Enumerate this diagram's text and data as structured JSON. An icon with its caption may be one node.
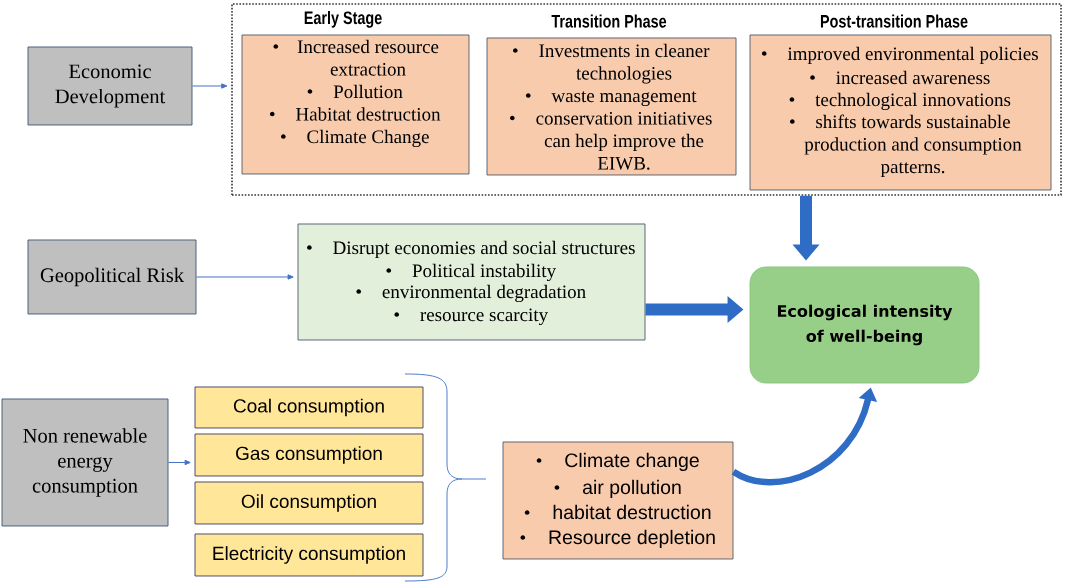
{
  "diagram": {
    "nodes": [
      {
        "text": [
          "Economic Development"
        ]
      },
      {
        "text": [],
        "shape": "box"
      },
      {
        "text": [
          "Early Stage",
          "Increased resource extraction",
          "Pollution",
          "Habitat destruction",
          "Climate Change"
        ],
        "in": 1
      },
      {
        "text": [
          "Transition Phase",
          "Investments in cleaner technologies",
          "waste management",
          "conservation initiatives can help improve the EIWB."
        ],
        "in": 1
      },
      {
        "text": [
          "Post-transition Phase",
          "improved environmental policies",
          "increased awareness",
          "technological innovations",
          "shifts towards sustainable production and consumption patterns."
        ],
        "in": 1
      },
      {
        "text": [
          "Geopolitical Risk"
        ]
      },
      {
        "text": [
          "Disrupt economies and social structures",
          "Political instability",
          "environmental degradation",
          "resource scarcity"
        ]
      },
      {
        "text": [
          "Ecological intensity of well-being"
        ]
      },
      {
        "text": [
          "Non renewable energy consumption"
        ]
      },
      {
        "text": [
          "Coal consumption"
        ]
      },
      {
        "text": [
          "Gas consumption"
        ]
      },
      {
        "text": [
          "Oil consumption"
        ]
      },
      {
        "text": [
          "Electricity consumption"
        ]
      },
      {
        "text": [
          "Climate change",
          "air pollution",
          "habitat destruction",
          "Resource depletion"
        ]
      }
    ],
    "edges": [
      {
        "from": 0,
        "to": 1,
        "arrow": "to"
      },
      {
        "from": 1,
        "to": 7,
        "arrow": "to",
        "style": "thick"
      },
      {
        "from": 5,
        "to": 6,
        "arrow": "to"
      },
      {
        "from": 6,
        "to": 7,
        "arrow": "to",
        "style": "thick"
      },
      {
        "from": 8,
        "to": 10,
        "arrow": "to"
      },
      {
        "from": 13,
        "to": 7,
        "arrow": "to",
        "style": "thick"
      }
    ]
  }
}
